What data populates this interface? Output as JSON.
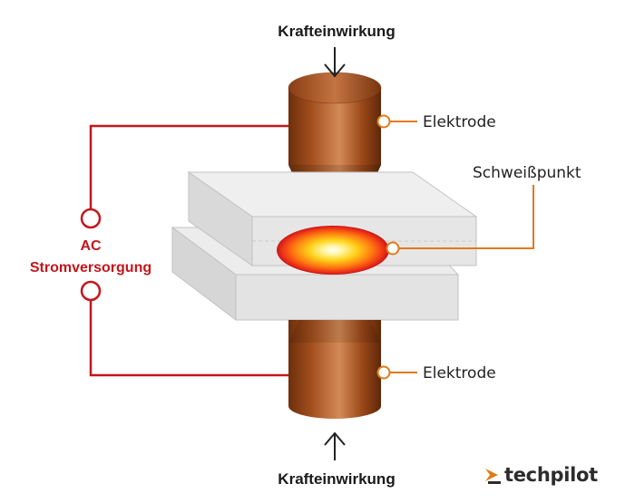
{
  "labels": {
    "force_top": "Krafteinwirkung",
    "force_bottom": "Krafteinwirkung",
    "electrode_top": "Elektrode",
    "electrode_bottom": "Elektrode",
    "weld_spot": "Schweißpunkt",
    "ac_line1": "AC",
    "ac_line2": "Stromversorgung"
  },
  "logo": {
    "text": "techpilot"
  },
  "colors": {
    "power_line": "#c4161c",
    "label_line": "#e07b1a",
    "copper": "#a4501d",
    "sheet": "#e6e6e6",
    "logo_accent": "#e07b1a"
  },
  "icons": [
    "arrow-down-icon",
    "arrow-up-icon",
    "techpilot-logo-icon"
  ]
}
